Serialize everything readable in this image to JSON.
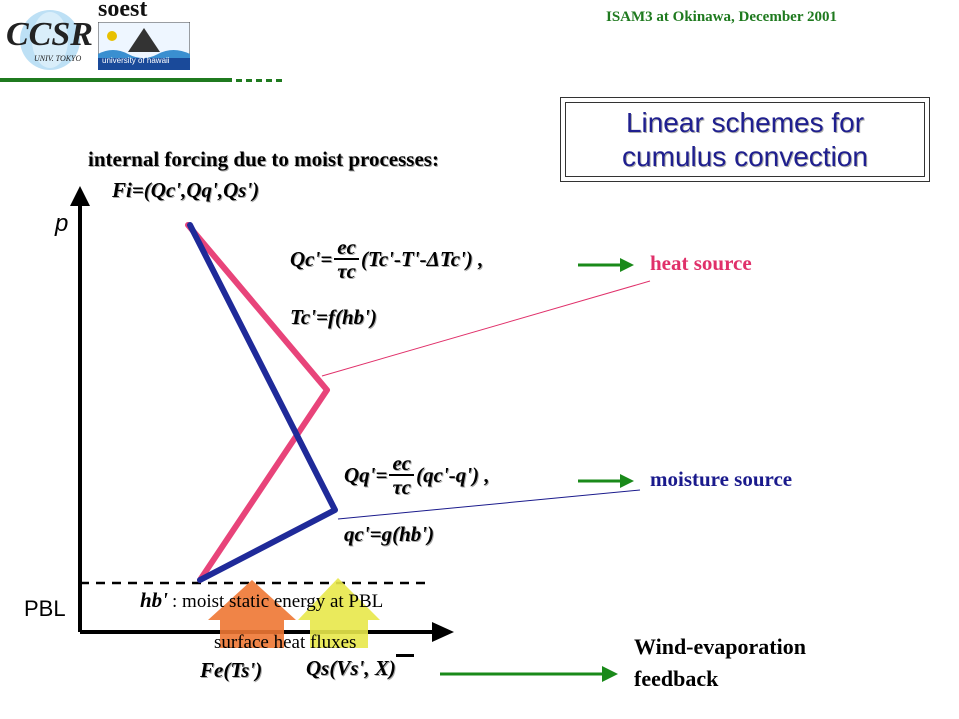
{
  "header": {
    "title": "ISAM3 at Okinawa, December 2001",
    "logo_ccsr": "CCSR",
    "logo_ccsr_sub": "UNIV. TOKYO",
    "logo_soest": "soest",
    "logo_soest_sub": "university of hawaii"
  },
  "title_box": {
    "line1": "Linear schemes for",
    "line2": "cumulus convection"
  },
  "forcing": {
    "heading": "internal forcing due to moist processes:",
    "formula": "Fi=(Qc',Qq',Qs')"
  },
  "axes": {
    "y_label": "p",
    "pbl_label": "PBL"
  },
  "equations": {
    "qc_lhs": "Qc'=",
    "qc_num": "ec",
    "qc_den": "τc",
    "qc_rhs": "(Tc'-T'-ΔTc') ,",
    "tc": "Tc'=f(hb')",
    "qq_lhs": "Qq'=",
    "qq_num": "ec",
    "qq_den": "τc",
    "qq_rhs": "(qc'-q') ,",
    "qcg": "qc'=g(hb')"
  },
  "labels": {
    "heat_source": "heat source",
    "moisture_source": "moisture source",
    "hb_symbol": "hb'",
    "hb_desc": ": moist static energy at PBL",
    "surface_fluxes": "surface heat fluxes",
    "fe": "Fe(Ts')",
    "qs": "Qs(Vs', X)",
    "wind_evap_line1": "Wind-evaporation",
    "wind_evap_line2": "feedback"
  },
  "colors": {
    "green": "#1f7a1f",
    "arrow_green": "#1a8a1a",
    "red": "#e0306a",
    "blue": "#1a1a8c",
    "orange": "#ee7733",
    "yellow": "#e8e84a"
  }
}
